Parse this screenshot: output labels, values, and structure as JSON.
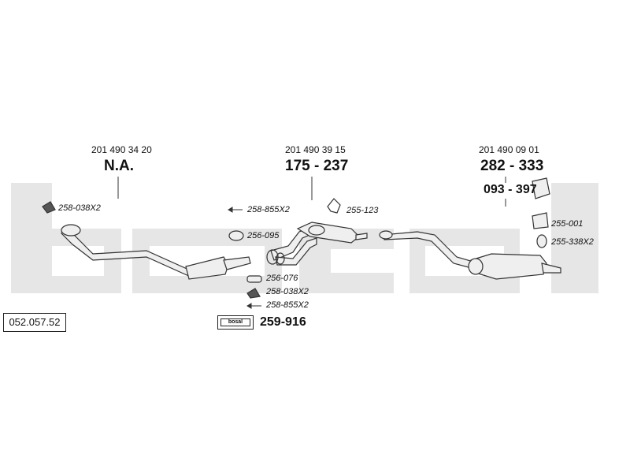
{
  "diagram": {
    "reference_number": "052.057.52",
    "oe_numbers": [
      {
        "oe": "201 490 34 20",
        "bosal": "N.A."
      },
      {
        "oe": "201 490 39 15",
        "bosal": "175 - 237"
      },
      {
        "oe": "201 490 09 01",
        "bosal": "282 - 333",
        "bosal_secondary": "093 - 397"
      }
    ],
    "parts": {
      "p_258_038_top": "258-038X2",
      "p_258_855_top": "258-855X2",
      "p_256_095": "256-095",
      "p_255_123": "255-123",
      "p_256_076": "256-076",
      "p_258_038_bottom": "258-038X2",
      "p_258_855_bottom": "258-855X2",
      "p_255_001": "255-001",
      "p_255_338": "255-338X2"
    },
    "kit_number": "259-916",
    "badge_text": "bosal",
    "watermark_text": "bosal",
    "colors": {
      "watermark": "#e6e6e6",
      "line": "#333333",
      "pipe_fill": "#efefef"
    }
  }
}
